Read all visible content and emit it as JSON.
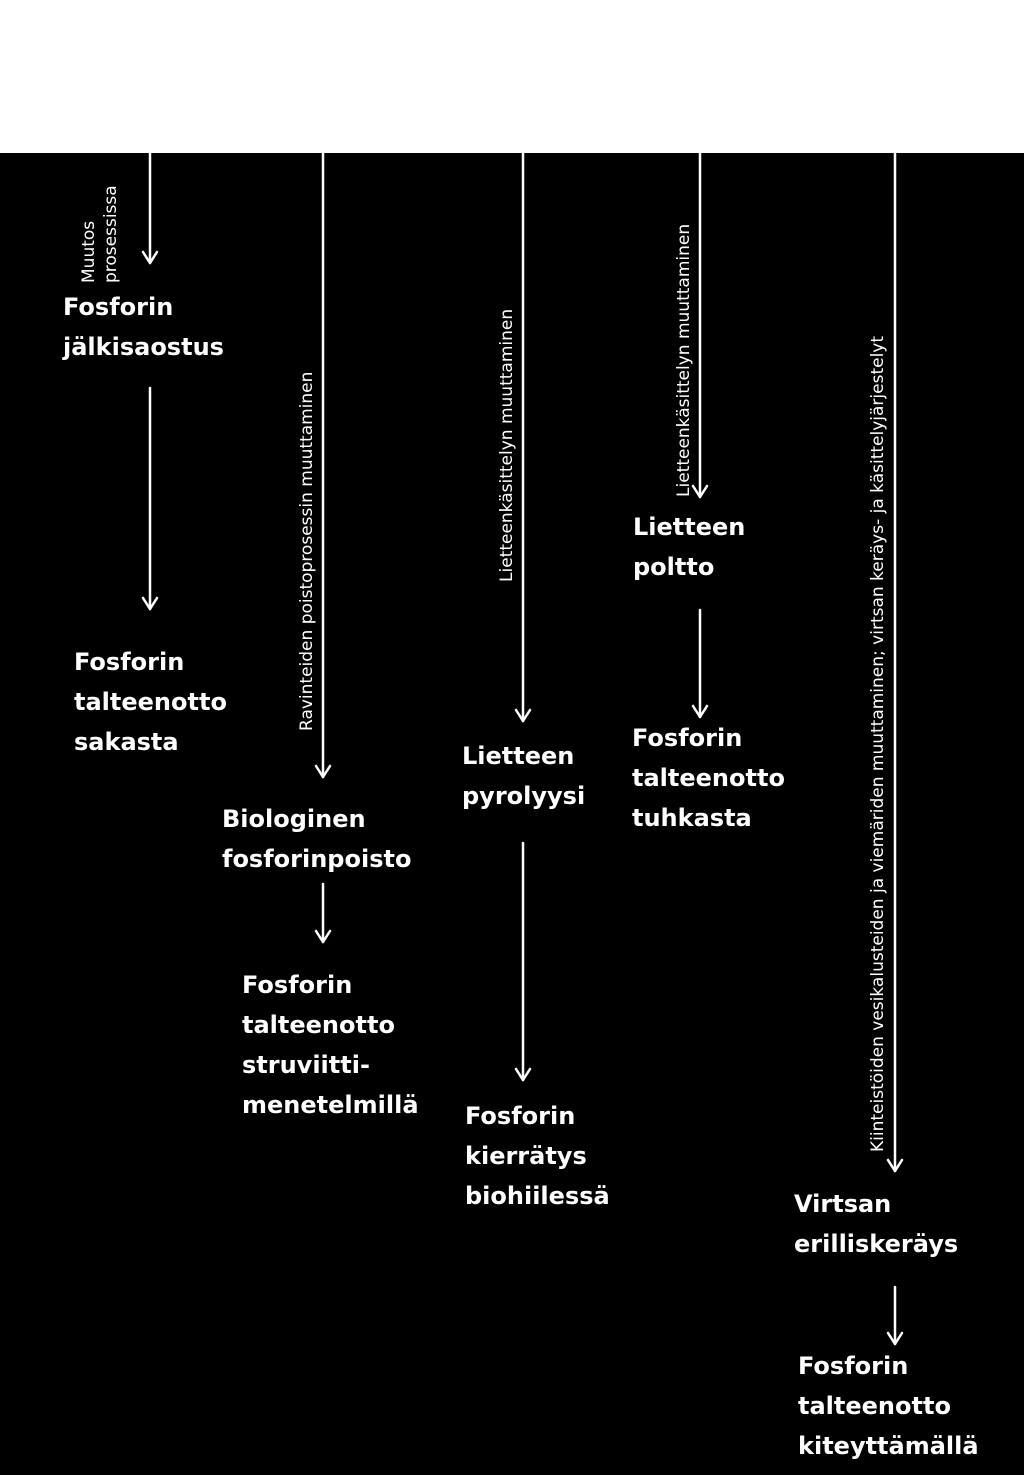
{
  "colors": {
    "background": "#000000",
    "header_band": "#ffffff",
    "foreground": "#ffffff"
  },
  "nodes": {
    "jalkisaostus": [
      "Fosforin",
      "jälkisaostus"
    ],
    "talteenotto_sakasta": [
      "Fosforin",
      "talteenotto",
      "sakasta"
    ],
    "biologinen": [
      "Biologinen",
      "fosforinpoisto"
    ],
    "talteenotto_struviitti": [
      "Fosforin",
      "talteenotto",
      "struviitti-",
      "menetelmillä"
    ],
    "pyrolyysi": [
      "Lietteen",
      "pyrolyysi"
    ],
    "kierratys_biohiili": [
      "Fosforin",
      "kierrätys",
      "biohiilessä"
    ],
    "poltto": [
      "Lietteen",
      "poltto"
    ],
    "talteenotto_tuhkasta": [
      "Fosforin",
      "talteenotto",
      "tuhkasta"
    ],
    "virtsa": [
      "Virtsan",
      "erilliskeräys"
    ],
    "talteenotto_kiteyttamalla": [
      "Fosforin",
      "talteenotto",
      "kiteyttämällä"
    ]
  },
  "edge_labels": {
    "muutos": [
      "Muutos",
      "prosessissa"
    ],
    "ravinteiden": "Ravinteiden poistoprosessin  muuttaminen",
    "liete_pyrolyysi": "Lietteenkäsittelyn muuttaminen",
    "liete_poltto": "Lietteenkäsittelyn muuttaminen",
    "virtsa": "Kiinteistöiden vesikalusteiden ja viemäriden muuttaminen; virtsan keräys- ja käsittelyjärjestelyt"
  }
}
